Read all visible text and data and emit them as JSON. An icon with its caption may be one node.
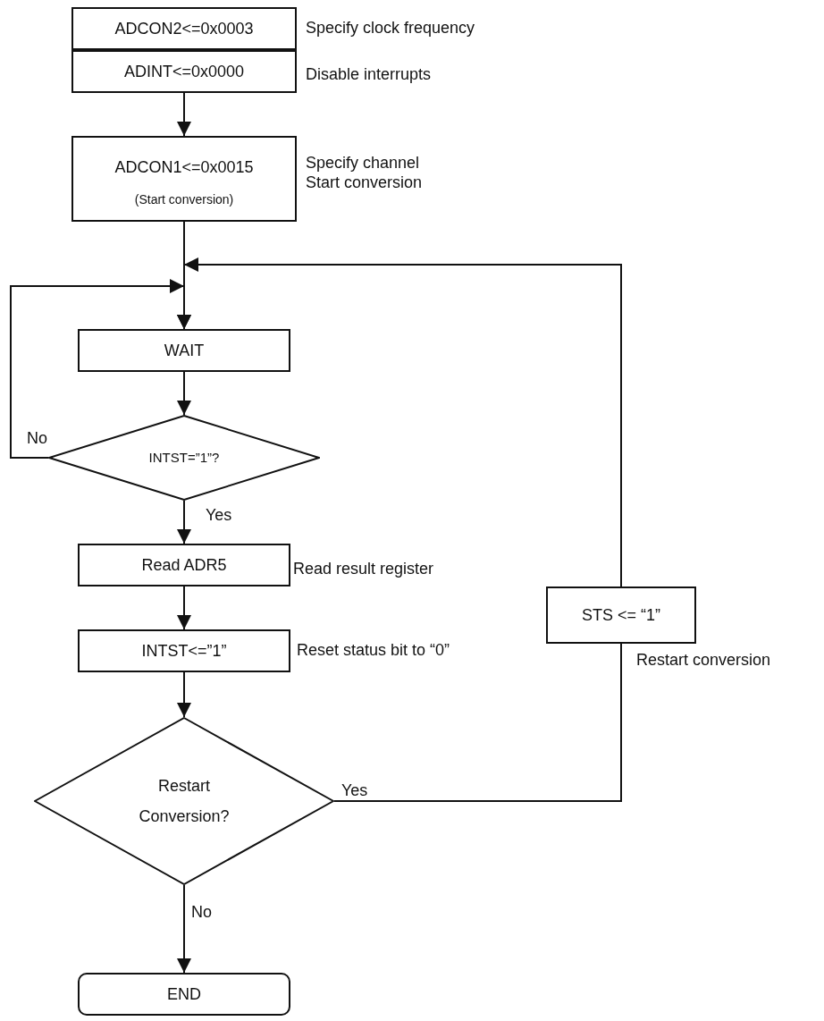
{
  "diagram": {
    "nodes": [
      {
        "text": [
          "ADCON2<=0x0003"
        ],
        "beside": [
          "Specify clock frequency"
        ]
      },
      {
        "text": [
          "ADINT<=0x0000"
        ],
        "beside": [
          "Disable interrupts"
        ]
      },
      {
        "text": [
          "ADCON1<=0x0015",
          "(Start conversion)"
        ],
        "beside": [
          "Specify channel Start conversion"
        ]
      },
      {
        "text": [
          "WAIT"
        ]
      },
      {
        "text": [
          "INTST=”1”?"
        ]
      },
      {
        "text": [
          "Read ADR5"
        ],
        "beside": [
          "Read result register"
        ]
      },
      {
        "text": [
          "INTST<=”1”"
        ],
        "beside": [
          "Reset status bit to “0”"
        ]
      },
      {
        "text": [
          "Restart Conversion?"
        ]
      },
      {
        "text": [
          "STS <= “1”"
        ],
        "beside": [
          "Restart conversion"
        ]
      },
      {
        "text": [
          "END"
        ]
      }
    ],
    "edges": [
      {
        "from": 1,
        "to": 2,
        "arrow": "to"
      },
      {
        "from": 2,
        "to": 3,
        "arrow": "to"
      },
      {
        "from": 3,
        "to": 4,
        "arrow": "to"
      },
      {
        "from": 4,
        "to": 3,
        "arrow": "to",
        "label": "No"
      },
      {
        "from": 4,
        "to": 5,
        "arrow": "to",
        "label": "Yes"
      },
      {
        "from": 5,
        "to": 6,
        "arrow": "to"
      },
      {
        "from": 6,
        "to": 7,
        "arrow": "to"
      },
      {
        "from": 7,
        "to": 8,
        "arrow": "none",
        "label": "Yes"
      },
      {
        "from": 8,
        "to": 3,
        "arrow": "to"
      },
      {
        "from": 7,
        "to": 9,
        "arrow": "to",
        "label": "No"
      }
    ]
  }
}
